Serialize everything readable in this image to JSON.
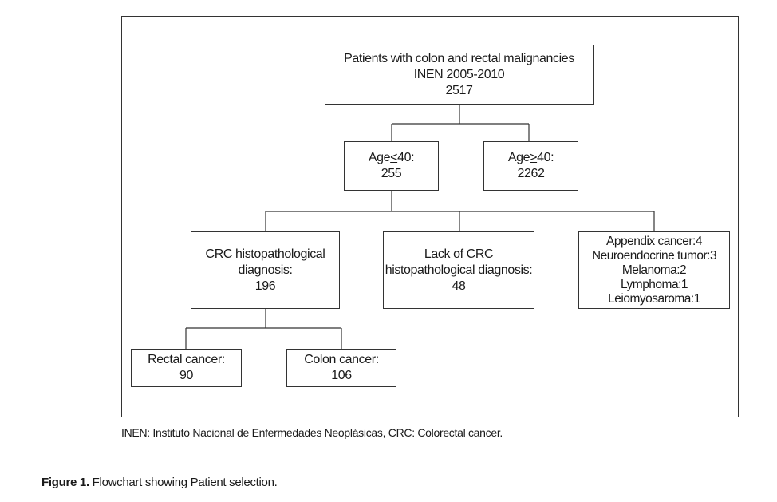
{
  "nodes": {
    "root": {
      "lines": [
        "Patients with colon and rectal malignancies",
        "INEN 2005-2010",
        "2517"
      ]
    },
    "age_young": {
      "prefix": "Age",
      "symbol": "<",
      "suffix": "40:",
      "count": "255"
    },
    "age_old": {
      "prefix": "Age",
      "symbol": ">",
      "suffix": "40:",
      "count": "2262"
    },
    "crc": {
      "lines": [
        "CRC histopathological",
        "diagnosis:",
        "196"
      ]
    },
    "lack": {
      "lines": [
        "Lack of CRC",
        "histopathological diagnosis:",
        "48"
      ]
    },
    "other": {
      "lines": [
        "Appendix cancer:4",
        "Neuroendocrine tumor:3",
        "Melanoma:2",
        "Lymphoma:1",
        "Leiomyosaroma:1"
      ]
    },
    "rectal": {
      "lines": [
        "Rectal cancer:",
        "90"
      ]
    },
    "colon": {
      "lines": [
        "Colon cancer:",
        "106"
      ]
    }
  },
  "footnote": "INEN: Instituto Nacional de Enfermedades Neoplásicas, CRC: Colorectal cancer.",
  "caption": {
    "label": "Figure 1.",
    "text": " Flowchart showing Patient selection."
  }
}
